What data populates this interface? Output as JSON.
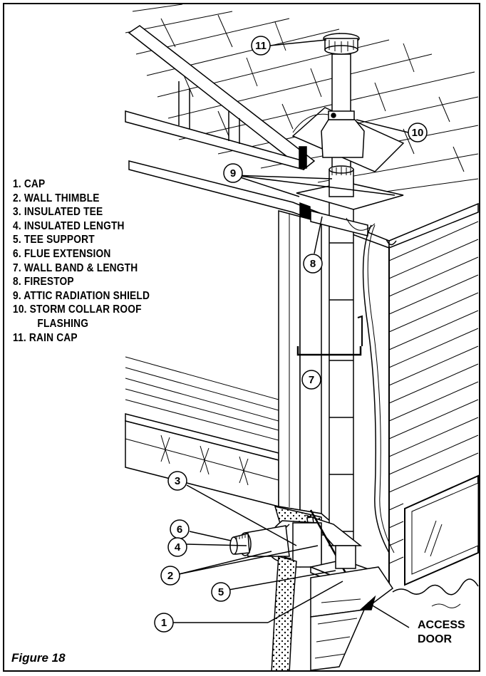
{
  "legend": {
    "items": [
      "1. CAP",
      "2. WALL THIMBLE",
      "3. INSULATED TEE",
      "4. INSULATED LENGTH",
      "5. TEE SUPPORT",
      "6. FLUE EXTENSION",
      "7. WALL BAND & LENGTH",
      "8. FIRESTOP",
      "9. ATTIC RADIATION SHIELD"
    ],
    "item10_line1": "10. STORM COLLAR ROOF",
    "item10_line2": "FLASHING",
    "item11": "11. RAIN CAP"
  },
  "callouts": [
    "1",
    "2",
    "3",
    "4",
    "5",
    "6",
    "7",
    "8",
    "9",
    "10",
    "11"
  ],
  "access_door": {
    "line1": "ACCESS",
    "line2": "DOOR"
  },
  "figure_caption": "Figure 18"
}
